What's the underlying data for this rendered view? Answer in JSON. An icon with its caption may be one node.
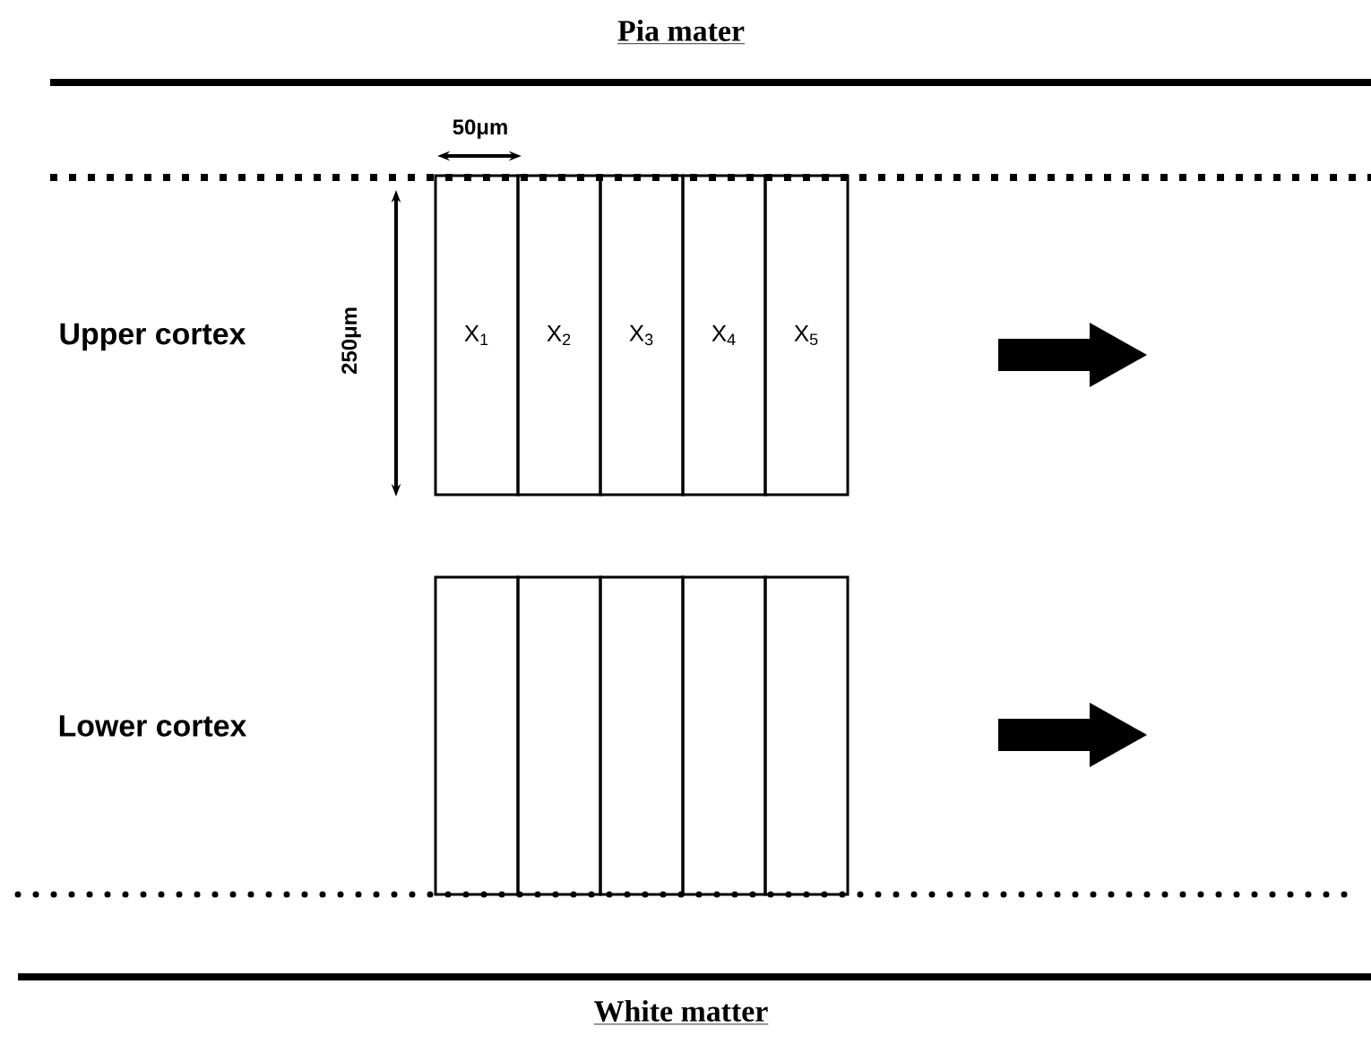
{
  "diagram": {
    "nodes": [
      {
        "text": [
          "X$_{1}$"
        ]
      },
      {
        "text": [
          "X$_{2}$"
        ]
      },
      {
        "text": [
          "X$_{3}$"
        ]
      },
      {
        "text": [
          "X$_{4}$"
        ]
      },
      {
        "text": [
          "X$_{5}$"
        ]
      },
      {
        "text": [],
        "shape": "box"
      },
      {
        "text": [],
        "shape": "box"
      },
      {
        "text": [],
        "shape": "box"
      },
      {
        "text": [],
        "shape": "box"
      },
      {
        "text": [],
        "shape": "box"
      }
    ],
    "edges": [],
    "labels": [
      "Pia mater",
      "50μm",
      "Upper cortex",
      "250μm",
      "Lower cortex",
      "White matter"
    ]
  }
}
